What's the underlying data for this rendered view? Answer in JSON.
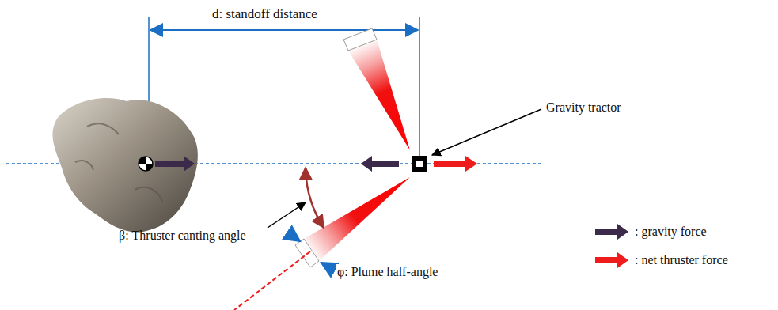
{
  "diagram": {
    "labels": [
      "d: standoff distance",
      "Gravity tractor",
      "β: Thruster canting angle",
      "φ: Plume half-angle"
    ],
    "legend": [
      {
        "text": ": gravity force"
      },
      {
        "text": ": net thruster force"
      }
    ]
  }
}
